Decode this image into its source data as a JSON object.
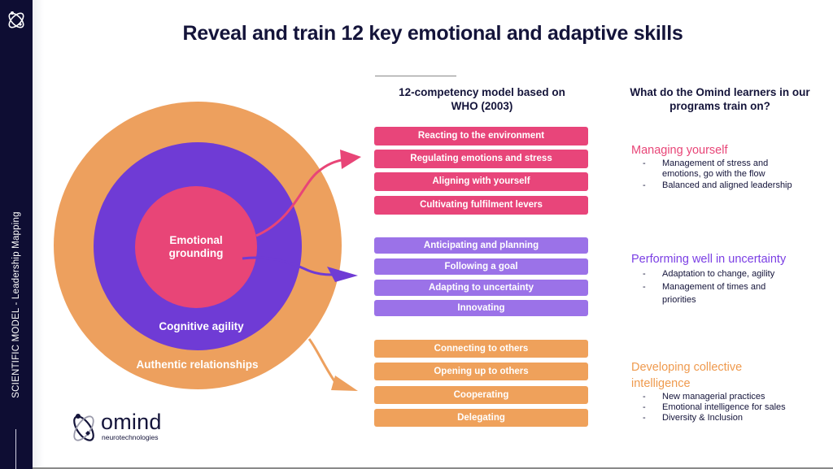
{
  "sidebar": {
    "logo_icon": "atom-icon",
    "vertical_label": "SCIENTIFIC MODEL - Leadership Mapping"
  },
  "title": "Reveal and train 12 key emotional and adaptive skills",
  "diagram": {
    "rings": [
      {
        "label": "Emotional grounding",
        "label_lines": [
          "Emotional",
          "grounding"
        ],
        "color": "#e84577"
      },
      {
        "label": "Cognitive agility",
        "color": "#6f3bd5"
      },
      {
        "label": "Authentic relationships",
        "color": "#eda05e"
      }
    ],
    "arrows": [
      {
        "name": "emotional-arrow",
        "color": "#e84577"
      },
      {
        "name": "cognitive-arrow",
        "color": "#6f3bd5"
      },
      {
        "name": "relationships-arrow",
        "color": "#eda05e"
      }
    ]
  },
  "competency_column": {
    "heading_lines": [
      "12-competency model based on",
      "WHO (2003)"
    ],
    "groups": [
      {
        "color": "#e8457a",
        "items": [
          "Reacting to the environment",
          "Regulating emotions and stress",
          "Aligning with yourself",
          "Cultivating fulfilment levers"
        ]
      },
      {
        "color": "#9b72e8",
        "items": [
          "Anticipating and planning",
          "Following a goal",
          "Adapting to uncertainty",
          "Innovating"
        ]
      },
      {
        "color": "#efa15b",
        "items": [
          "Connecting to others",
          "Opening up to others",
          "Cooperating",
          "Delegating"
        ]
      }
    ]
  },
  "training_column": {
    "heading_lines": [
      "What do the Omind learners in our",
      "programs train on?"
    ],
    "sections": [
      {
        "title": "Managing yourself",
        "title_lines": [
          "Managing yourself"
        ],
        "color": "#e84577",
        "bullets": [
          [
            "Management of stress and",
            "emotions, go with the flow"
          ],
          [
            "Balanced and aligned leadership"
          ]
        ]
      },
      {
        "title": "Performing well in uncertainty",
        "title_lines": [
          "Performing well in uncertainty"
        ],
        "color": "#7b3fe4",
        "bullets": [
          [
            "Adaptation to change, agility"
          ],
          [
            "Management of times and",
            "priorities"
          ]
        ]
      },
      {
        "title": "Developing  collective intelligence",
        "title_lines": [
          "Developing  collective",
          "intelligence"
        ],
        "color": "#ef9a4e",
        "bullets": [
          [
            "New managerial practices"
          ],
          [
            "Emotional intelligence for sales"
          ],
          [
            "Diversity & Inclusion"
          ]
        ]
      }
    ],
    "bullet_marker": "-"
  },
  "brand": {
    "name": "omind",
    "tagline": "neurotechnologies",
    "icon": "atom-logo-icon"
  }
}
